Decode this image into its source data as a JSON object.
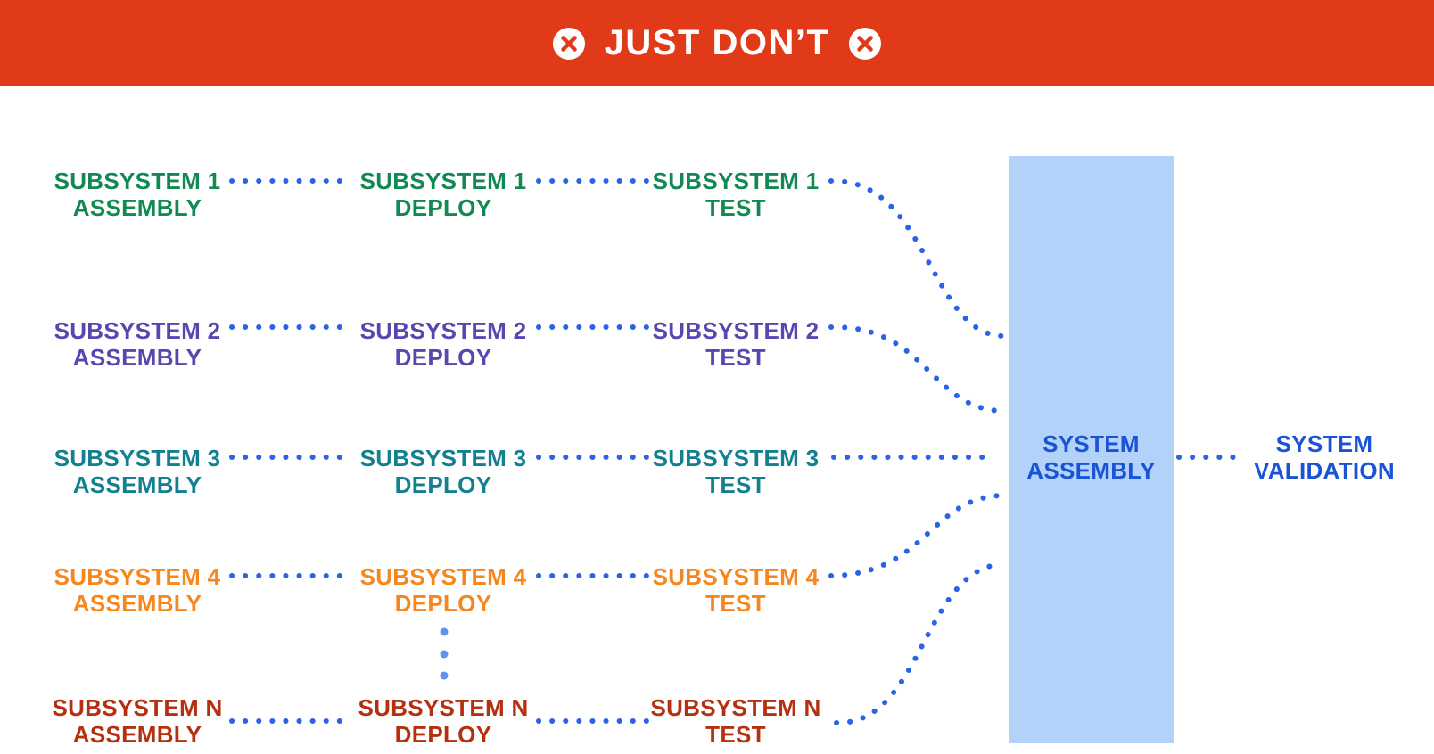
{
  "banner": {
    "title": "JUST DON’T",
    "icon": "x-circle-icon",
    "bg_color": "#e03a18",
    "text_color": "#ffffff"
  },
  "rows": [
    {
      "name": "subsystem-1",
      "color": "#108a52",
      "stages": [
        {
          "line1": "SUBSYSTEM 1",
          "line2": "ASSEMBLY"
        },
        {
          "line1": "SUBSYSTEM 1",
          "line2": "DEPLOY"
        },
        {
          "line1": "SUBSYSTEM 1",
          "line2": "TEST"
        }
      ]
    },
    {
      "name": "subsystem-2",
      "color": "#5b45b0",
      "stages": [
        {
          "line1": "SUBSYSTEM 2",
          "line2": "ASSEMBLY"
        },
        {
          "line1": "SUBSYSTEM 2",
          "line2": "DEPLOY"
        },
        {
          "line1": "SUBSYSTEM 2",
          "line2": "TEST"
        }
      ]
    },
    {
      "name": "subsystem-3",
      "color": "#13808f",
      "stages": [
        {
          "line1": "SUBSYSTEM 3",
          "line2": "ASSEMBLY"
        },
        {
          "line1": "SUBSYSTEM 3",
          "line2": "DEPLOY"
        },
        {
          "line1": "SUBSYSTEM 3",
          "line2": "TEST"
        }
      ]
    },
    {
      "name": "subsystem-4",
      "color": "#f6871f",
      "stages": [
        {
          "line1": "SUBSYSTEM 4",
          "line2": "ASSEMBLY"
        },
        {
          "line1": "SUBSYSTEM 4",
          "line2": "DEPLOY"
        },
        {
          "line1": "SUBSYSTEM 4",
          "line2": "TEST"
        }
      ]
    },
    {
      "name": "subsystem-n",
      "color": "#b5300f",
      "stages": [
        {
          "line1": "SUBSYSTEM N",
          "line2": "ASSEMBLY"
        },
        {
          "line1": "SUBSYSTEM N",
          "line2": "DEPLOY"
        },
        {
          "line1": "SUBSYSTEM N",
          "line2": "TEST"
        }
      ]
    }
  ],
  "system_assembly": {
    "line1": "SYSTEM",
    "line2": "ASSEMBLY",
    "box_color": "#b3d2fa",
    "text_color": "#1a53d6"
  },
  "system_validation": {
    "line1": "SYSTEM",
    "line2": "VALIDATION",
    "text_color": "#1a53d6"
  },
  "connectors": {
    "style": "dotted",
    "dot_color": "#2a63e8",
    "ellipsis_color": "#5f93f0"
  }
}
